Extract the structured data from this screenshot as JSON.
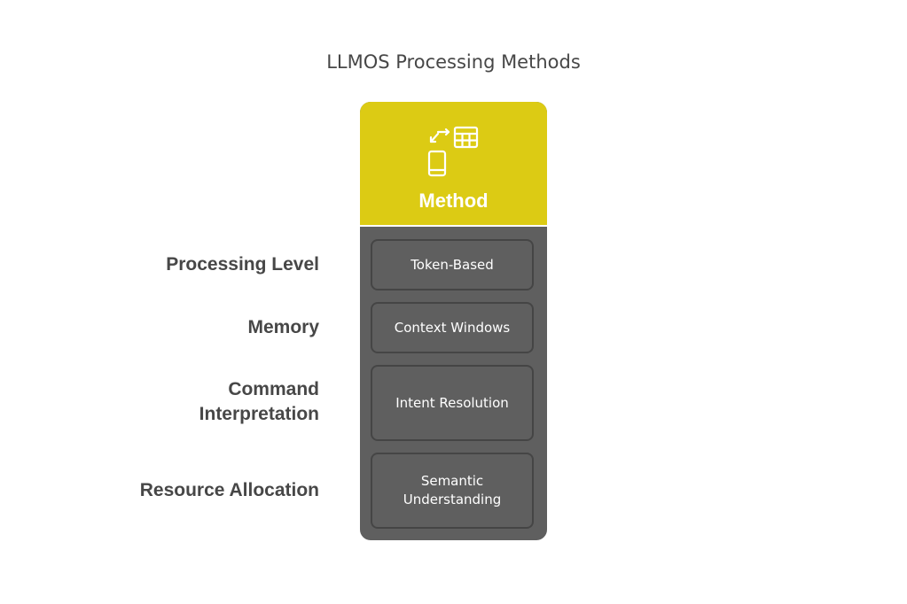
{
  "title": "LLMOS Processing Methods",
  "column": {
    "header": "Method",
    "icon": "device-sync-table-icon",
    "header_color": "#dccb14",
    "body_color": "#5f5f5f"
  },
  "rows": [
    {
      "label": "Processing Level",
      "value": "Token-Based"
    },
    {
      "label": "Memory",
      "value": "Context Windows"
    },
    {
      "label": "Command Interpretation",
      "value": "Intent Resolution"
    },
    {
      "label": "Resource Allocation",
      "value": "Semantic Understanding"
    }
  ]
}
